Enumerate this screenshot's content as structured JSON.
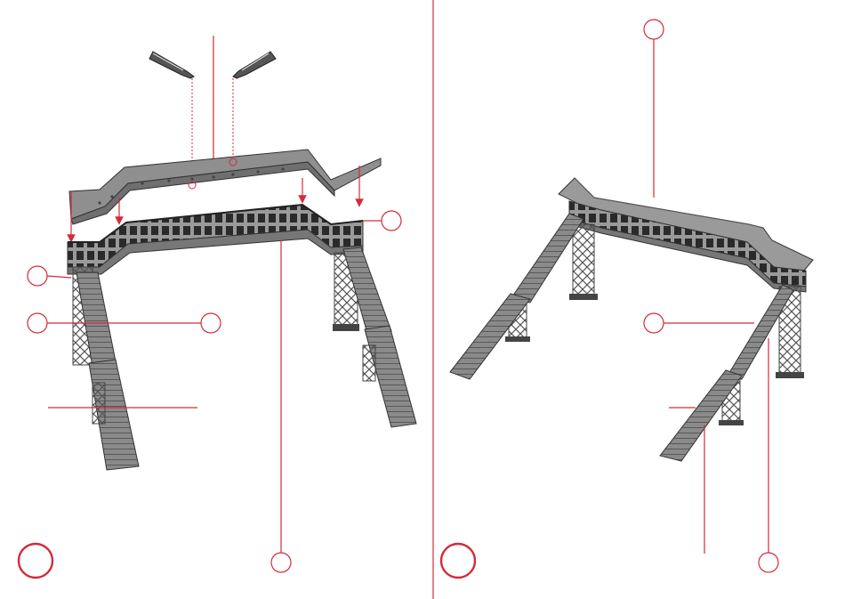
{
  "figure": {
    "accent_color": "#d42a3a",
    "model_color": "#8e8e8e",
    "panels": [
      {
        "name": "exploded-assembly-view",
        "parts": [
          "lamp-left",
          "lamp-right",
          "roof",
          "bridge-deck",
          "stair-left-upper",
          "stair-left-lower",
          "tower-left",
          "stair-right-upper",
          "stair-right-lower",
          "tower-right"
        ],
        "callouts": [
          {
            "id": "callout-deck-right",
            "label": ""
          },
          {
            "id": "callout-stair-left-top",
            "label": ""
          },
          {
            "id": "callout-stair-left-mid",
            "label": ""
          },
          {
            "id": "callout-stair-left-mid-2",
            "label": ""
          },
          {
            "id": "callout-deck-bottom",
            "label": ""
          },
          {
            "id": "step-badge-left",
            "label": ""
          }
        ]
      },
      {
        "name": "assembled-view",
        "parts": [
          "roof",
          "gallery",
          "tower-left",
          "tower-right",
          "stair-left",
          "stair-right"
        ],
        "callouts": [
          {
            "id": "callout-roof-top",
            "label": ""
          },
          {
            "id": "callout-stair-right-mid",
            "label": ""
          },
          {
            "id": "callout-tower-right-bottom",
            "label": ""
          },
          {
            "id": "step-badge-right",
            "label": ""
          }
        ]
      }
    ]
  }
}
